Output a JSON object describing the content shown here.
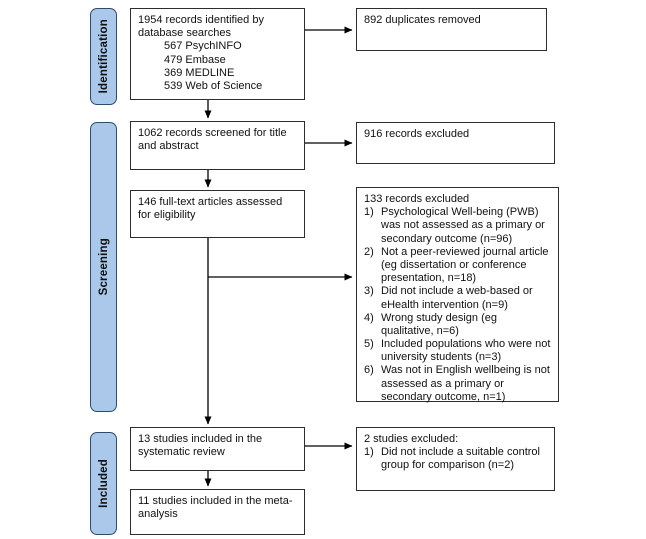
{
  "stages": {
    "identification": "Identification",
    "screening": "Screening",
    "included": "Included"
  },
  "flow": {
    "identified": {
      "intro": "1954 records identified by database searches",
      "sources": [
        "567 PsychINFO",
        "479 Embase",
        "369 MEDLINE",
        "539 Web of Science"
      ]
    },
    "duplicates_removed": "892 duplicates removed",
    "screened": "1062 records screened for title and abstract",
    "records_excluded": "916 records excluded",
    "fulltext": "146 full-text articles assessed for eligibility",
    "fulltext_excluded": {
      "heading": "133 records excluded",
      "items": [
        {
          "num": "1)",
          "text": "Psychological Well-being (PWB) was not assessed as a primary or secondary outcome (n=96)"
        },
        {
          "num": "2)",
          "text": "Not a peer-reviewed journal article (eg dissertation or conference presentation, n=18)"
        },
        {
          "num": "3)",
          "text": "Did not include a web-based or eHealth intervention (n=9)"
        },
        {
          "num": "4)",
          "text": "Wrong study design (eg qualitative, n=6)"
        },
        {
          "num": "5)",
          "text": "Included populations who were not university students (n=3)"
        },
        {
          "num": "6)",
          "text": "Was not in English wellbeing is not assessed as a primary or secondary outcome, n=1)"
        }
      ]
    },
    "systematic_review": "13 studies included in the systematic review",
    "studies_excluded": {
      "heading": "2 studies excluded:",
      "items": [
        {
          "num": "1)",
          "text": "Did not include a suitable control group for comparison (n=2)"
        }
      ]
    },
    "meta_analysis": "11 studies included in the meta-analysis"
  },
  "colors": {
    "stage_fill": "#A9C8EA",
    "stage_border": "#2F4C6E",
    "box_border": "#2D2D2D",
    "arrow": "#000000"
  }
}
